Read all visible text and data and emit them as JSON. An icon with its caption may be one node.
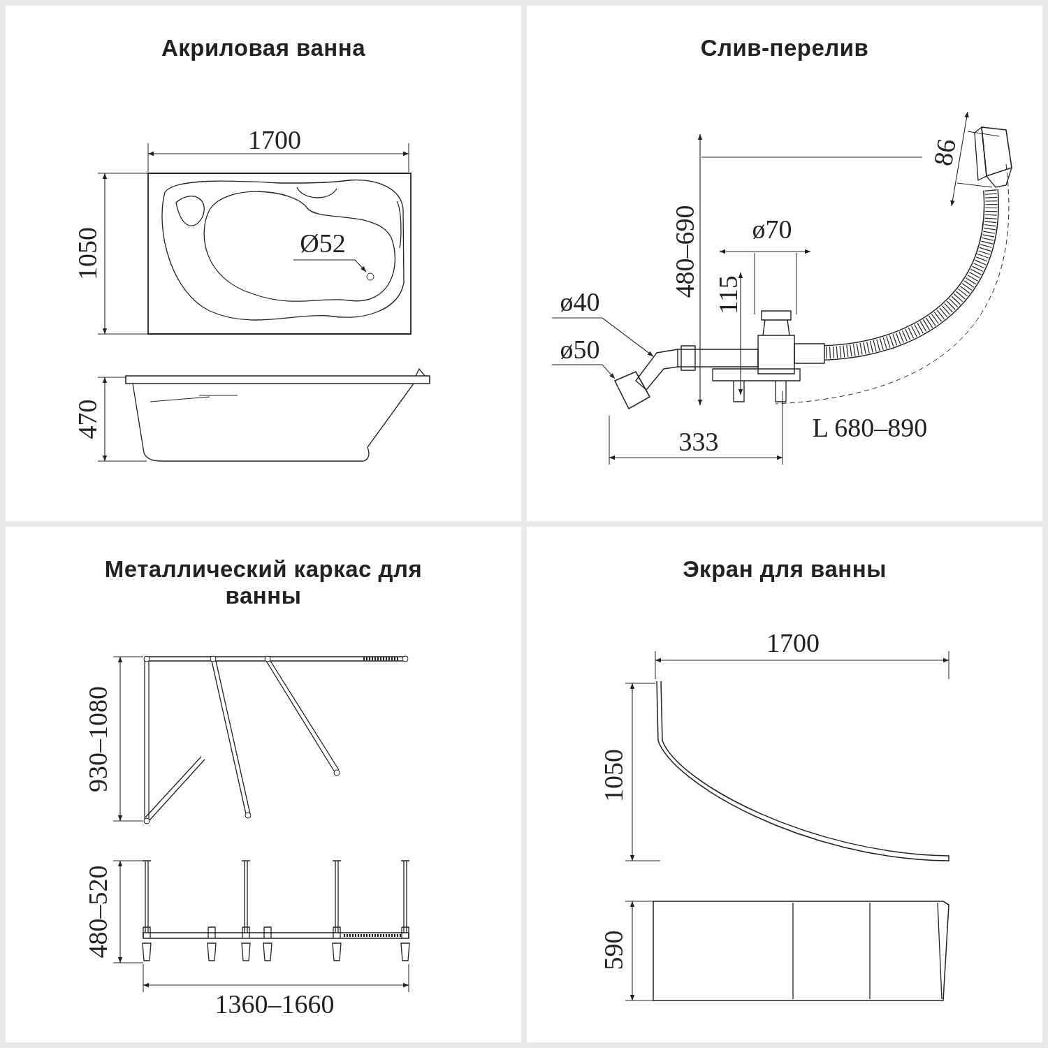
{
  "diagram": {
    "nodes": [
      {
        "text": [
          "Акриловая ванна"
        ]
      },
      {
        "text": [
          "Слив-перелив"
        ]
      },
      {
        "text": [
          "Металлический каркас для ванны"
        ]
      },
      {
        "text": [
          "Экран для ванны"
        ]
      }
    ],
    "labels": [
      "1700",
      "1050",
      "Ø52",
      "470",
      "86",
      "480–690",
      "ø70",
      "115",
      "ø40",
      "ø50",
      "333",
      "L 680–890",
      "930–1080",
      "480–520",
      "1360–1660",
      "1700",
      "1050",
      "590"
    ]
  }
}
